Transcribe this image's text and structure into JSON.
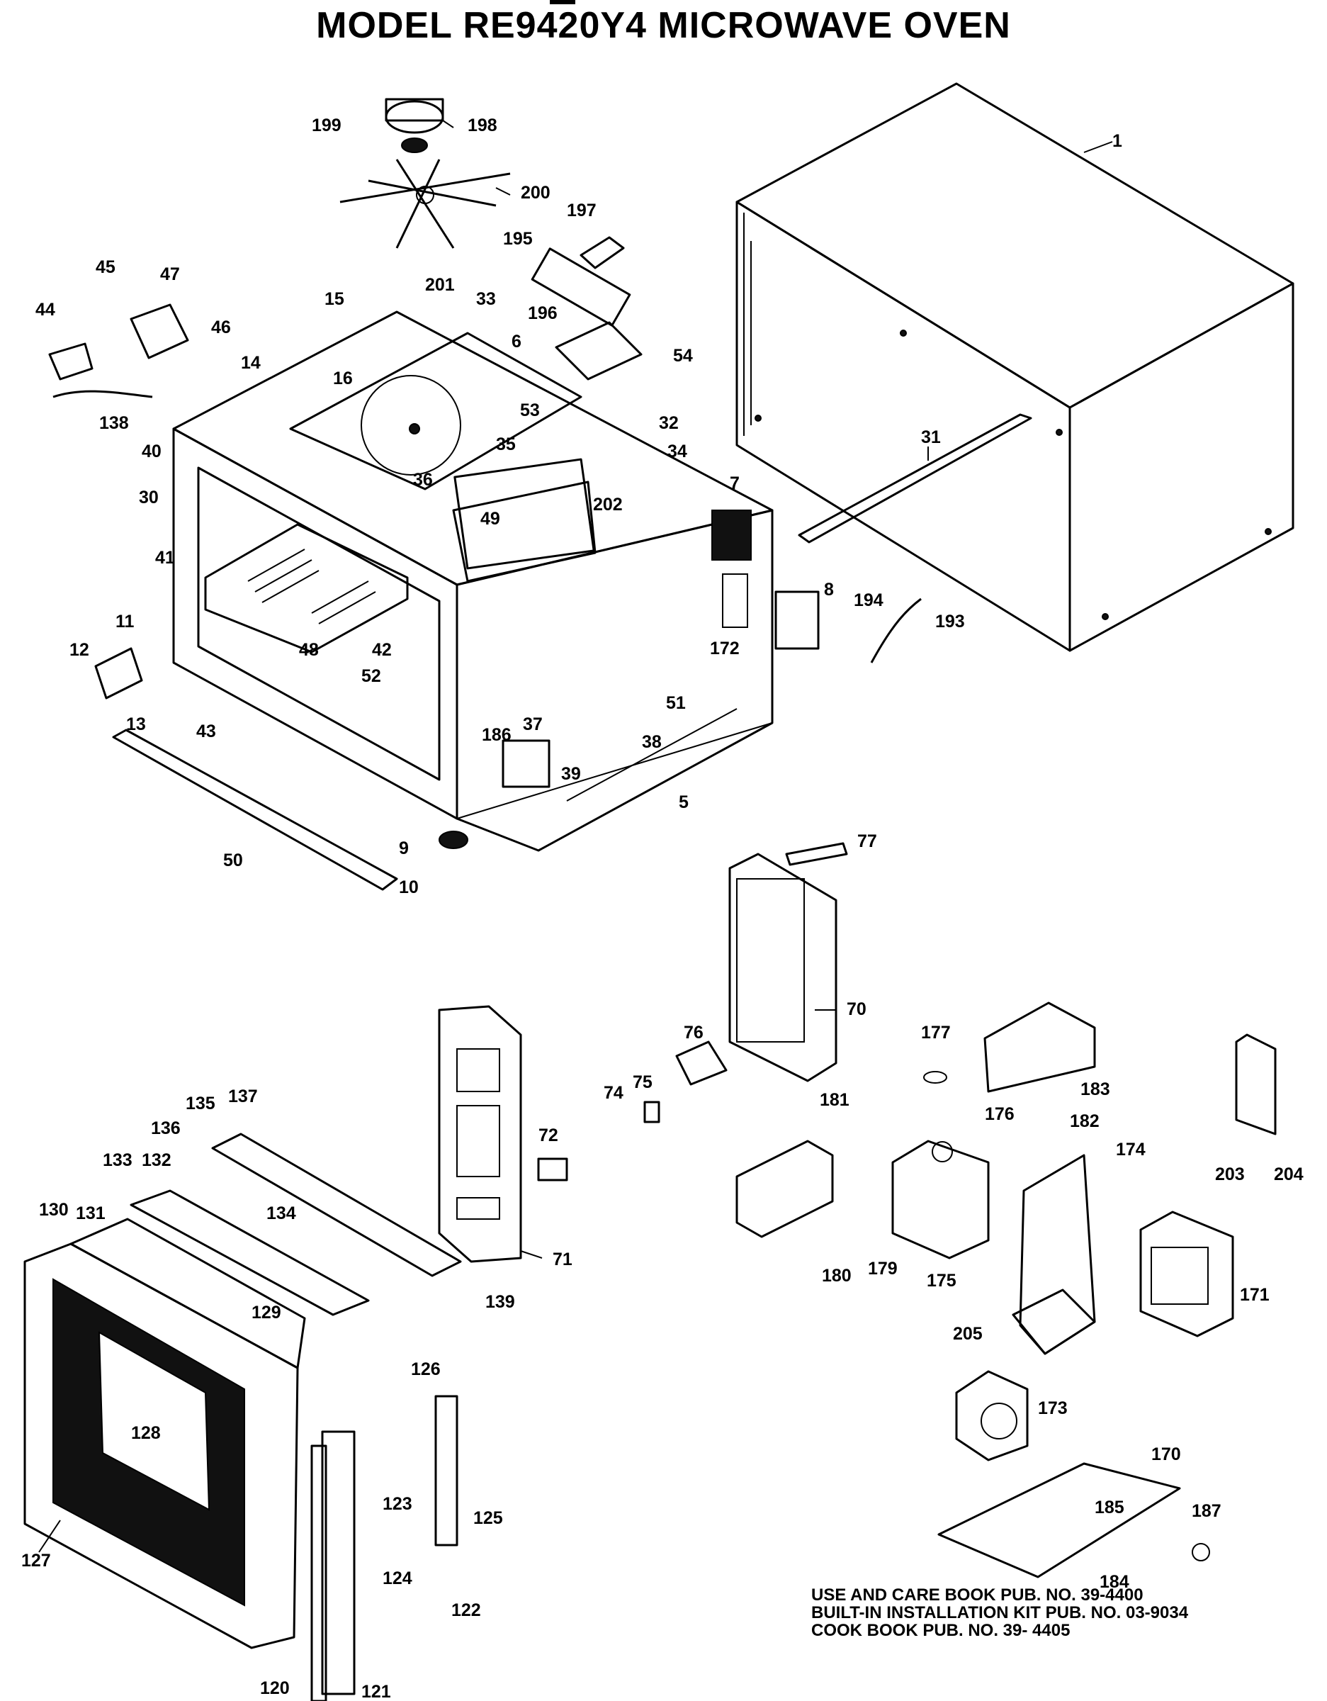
{
  "title": "MODEL RE9420Y4 MICROWAVE OVEN",
  "notes": [
    "USE AND CARE BOOK PUB. NO. 39-4400",
    "BUILT-IN INSTALLATION KIT PUB. NO. 03-9034",
    "COOK BOOK PUB. NO. 39- 4405"
  ],
  "part_numbers": [
    "1",
    "5",
    "6",
    "7",
    "8",
    "9",
    "10",
    "11",
    "12",
    "13",
    "14",
    "15",
    "16",
    "30",
    "31",
    "32",
    "33",
    "34",
    "35",
    "36",
    "37",
    "38",
    "39",
    "40",
    "41",
    "42",
    "43",
    "44",
    "45",
    "46",
    "47",
    "48",
    "49",
    "50",
    "51",
    "52",
    "53",
    "54",
    "70",
    "71",
    "72",
    "74",
    "75",
    "76",
    "77",
    "120",
    "121",
    "122",
    "123",
    "124",
    "125",
    "126",
    "127",
    "128",
    "129",
    "130",
    "131",
    "132",
    "133",
    "134",
    "135",
    "136",
    "137",
    "138",
    "139",
    "170",
    "171",
    "172",
    "173",
    "174",
    "175",
    "176",
    "177",
    "179",
    "180",
    "181",
    "182",
    "183",
    "184",
    "185",
    "186",
    "187",
    "193",
    "194",
    "195",
    "196",
    "197",
    "198",
    "199",
    "200",
    "201",
    "202",
    "203",
    "204",
    "205"
  ]
}
